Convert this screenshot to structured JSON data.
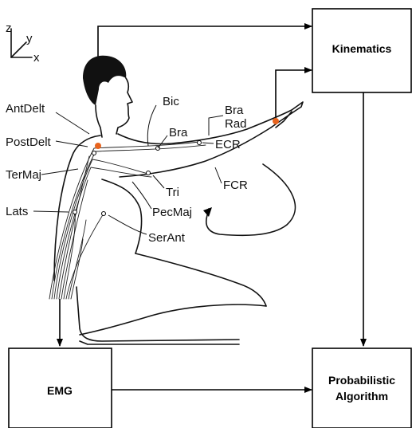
{
  "axes": {
    "z": "z",
    "y": "y",
    "x": "x"
  },
  "boxes": {
    "kinematics": "Kinematics",
    "emg": "EMG",
    "probabilistic_line1": "Probabilistic",
    "probabilistic_line2": "Algorithm"
  },
  "muscles": {
    "antdelt": "AntDelt",
    "postdelt": "PostDelt",
    "termaj": "TerMaj",
    "lats": "Lats",
    "bic": "Bic",
    "bra": "Bra",
    "brarad_line1": "Bra",
    "brarad_line2": "Rad",
    "ecr": "ECR",
    "fcr": "FCR",
    "tri": "Tri",
    "pecmaj": "PecMaj",
    "serant": "SerAnt"
  },
  "colors": {
    "marker": "#e8641e",
    "line": "#000000",
    "background": "#ffffff"
  }
}
